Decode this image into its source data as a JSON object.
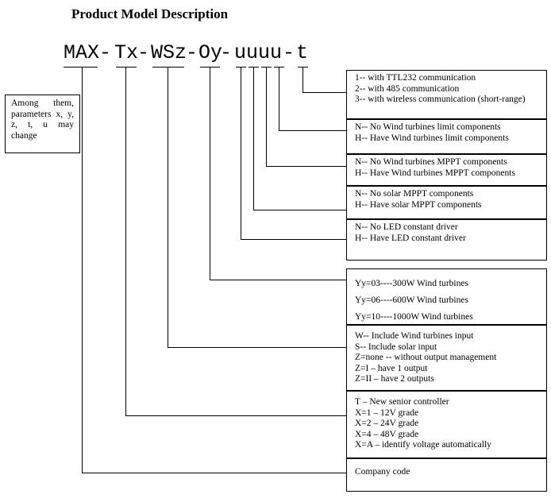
{
  "title": "Product Model Description",
  "model_code": {
    "segments": [
      "MAX",
      "-",
      "Tx",
      "-",
      "WSz",
      "-",
      "Oy",
      "-",
      "uuuu",
      "-",
      "t"
    ]
  },
  "note": "Among them, parameters x, y, z, t, u may change",
  "boxes": [
    {
      "id": "t",
      "lines": [
        "1-- with TTL232 communication",
        "2-- with 485 communication",
        "3-- with wireless communication (short-range)"
      ]
    },
    {
      "id": "u4",
      "lines": [
        "N-- No Wind turbines limit components",
        "H-- Have Wind turbines limit components"
      ]
    },
    {
      "id": "u3",
      "lines": [
        "N-- No Wind turbines MPPT components",
        "H-- Have Wind turbines MPPT components"
      ]
    },
    {
      "id": "u2",
      "lines": [
        "N-- No solar MPPT components",
        "H-- Have solar MPPT components"
      ]
    },
    {
      "id": "u1",
      "lines": [
        "N-- No LED constant driver",
        "H-- Have LED constant driver"
      ]
    },
    {
      "id": "y",
      "lines": [
        "Yy=03----300W Wind turbines",
        "Yy=06----600W Wind turbines",
        "Yy=10----1000W Wind turbines"
      ]
    },
    {
      "id": "wsz",
      "lines": [
        "W-- Include Wind turbines input",
        "S-- Include solar input",
        "Z=none -- without output management",
        "Z=I – have 1 output",
        "Z=II – have 2 outputs"
      ]
    },
    {
      "id": "tx",
      "lines": [
        "T – New senior controller",
        "X=1 – 12V grade",
        "X=2 – 24V grade",
        "X=4 – 48V grade",
        "X=A – identify voltage automatically"
      ]
    },
    {
      "id": "max",
      "lines": [
        "Company code"
      ]
    }
  ]
}
